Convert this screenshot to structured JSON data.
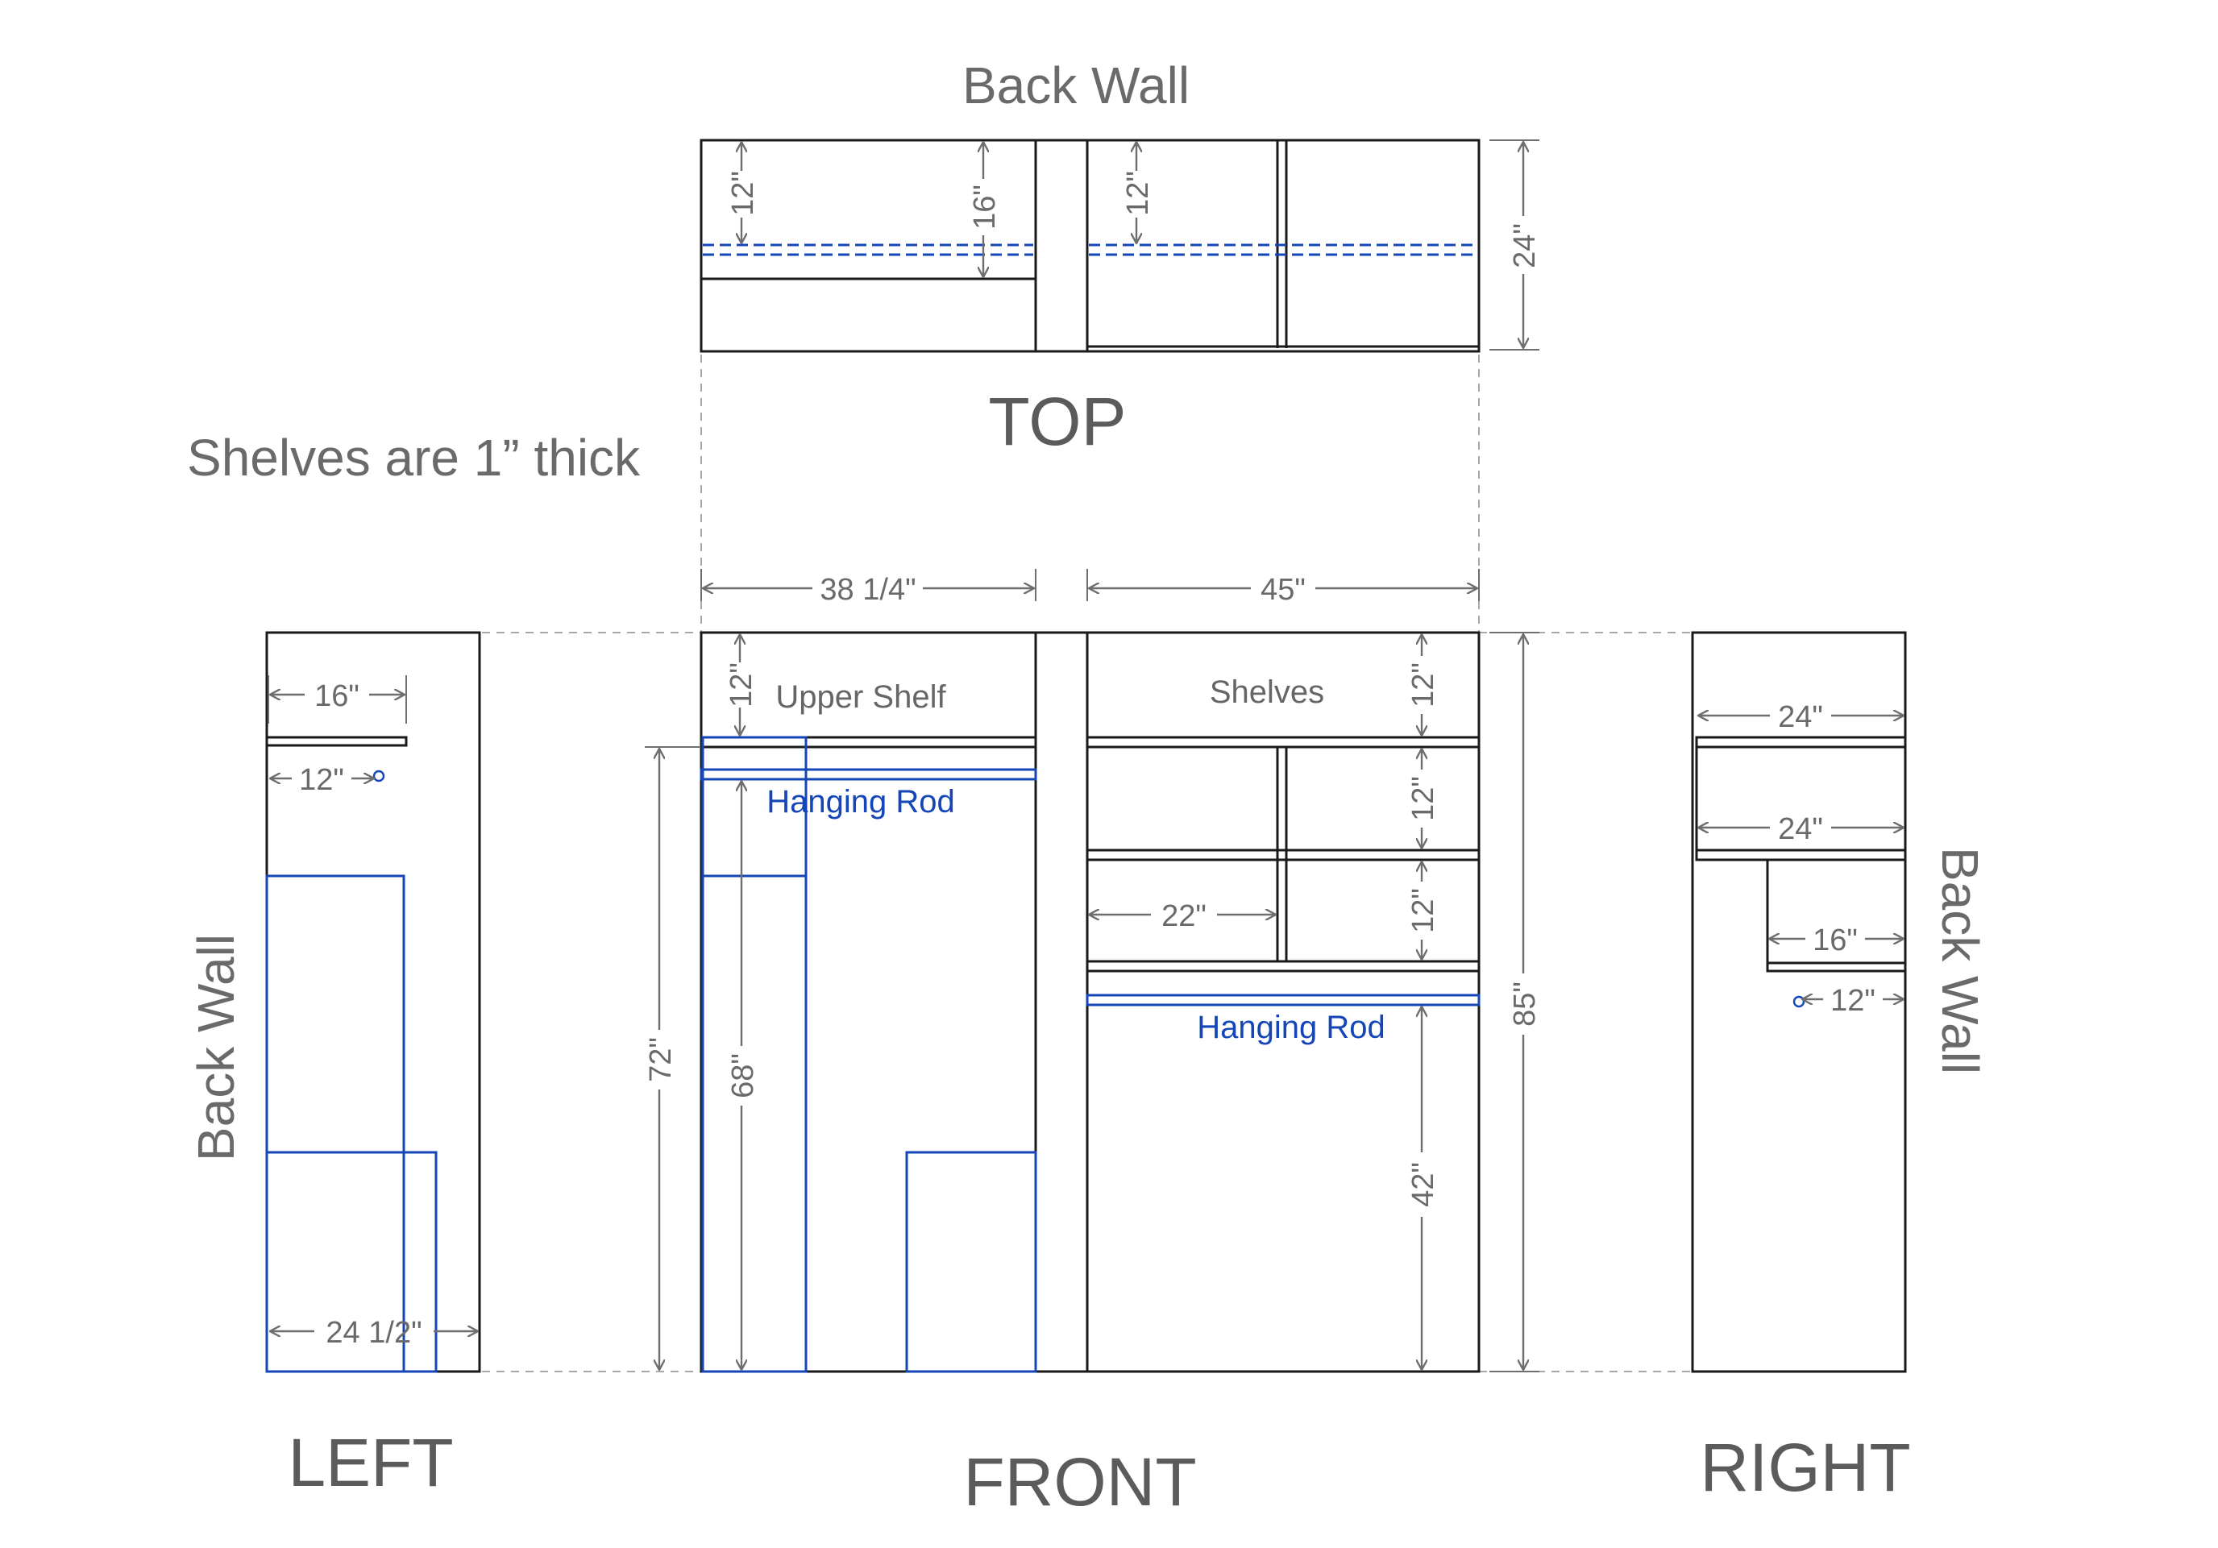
{
  "labels": {
    "back_wall_top": "Back Wall",
    "top_view": "TOP",
    "note": "Shelves are 1” thick",
    "left_view": "LEFT",
    "front_view": "FRONT",
    "right_view": "RIGHT",
    "back_wall_left": "Back Wall",
    "back_wall_right": "Back Wall",
    "upper_shelf": "Upper Shelf",
    "shelves": "Shelves",
    "hanging_rod_1": "Hanging Rod",
    "hanging_rod_2": "Hanging Rod"
  },
  "dims": {
    "top_12_left": "12\"",
    "top_16": "16\"",
    "top_12_right": "12\"",
    "top_24": "24\"",
    "width_left": "38 1/4\"",
    "width_right": "45\"",
    "left_16": "16\"",
    "left_12": "12\"",
    "left_24half": "24 1/2\"",
    "front_12_upper": "12\"",
    "front_72": "72\"",
    "front_68": "68\"",
    "front_22": "22\"",
    "front_12_a": "12\"",
    "front_12_b": "12\"",
    "front_12_c": "12\"",
    "front_42": "42\"",
    "front_85": "85\"",
    "right_24_a": "24\"",
    "right_24_b": "24\"",
    "right_16": "16\"",
    "right_12": "12\""
  },
  "colors": {
    "outline": "#1a1a1a",
    "blue": "#1546b8",
    "dimension": "#6e6e6e"
  }
}
